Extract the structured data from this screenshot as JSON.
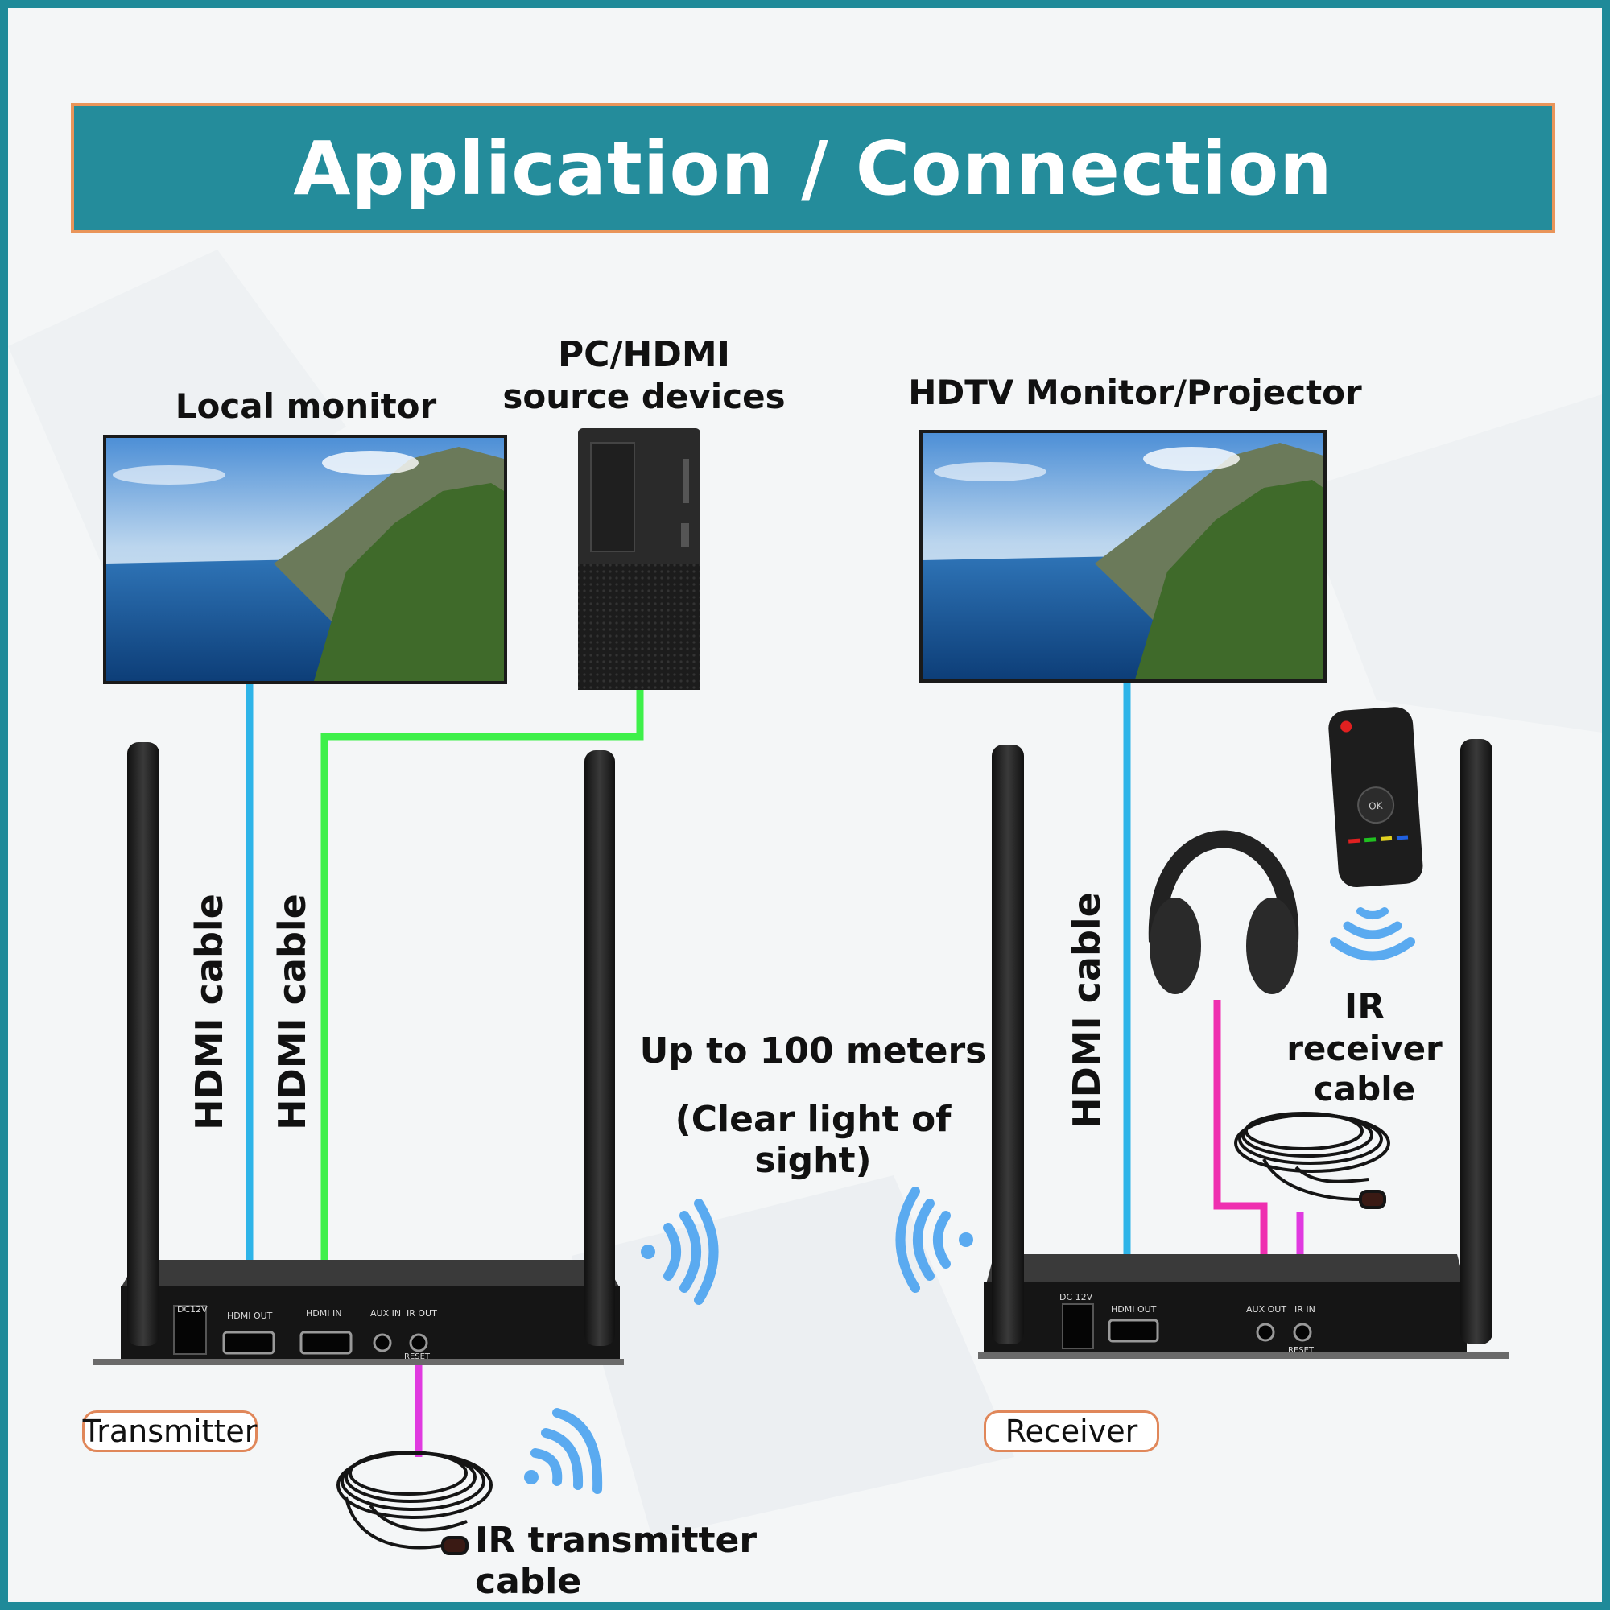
{
  "title": "Application / Connection",
  "labels": {
    "local_monitor": "Local monitor",
    "pc_line1": "PC/HDMI",
    "pc_line2": "source devices",
    "hdtv": "HDTV Monitor/Projector",
    "distance_line1": "Up to 100 meters",
    "distance_line2": "(Clear light of sight)",
    "ir_receiver_line1": "IR",
    "ir_receiver_line2": "receiver",
    "ir_receiver_line3": "cable",
    "ir_transmitter": "IR transmitter cable",
    "hdmi_cable": "HDMI cable",
    "transmitter": "Transmitter",
    "receiver": "Receiver"
  },
  "transmitter_ports": [
    "DC12V",
    "HDMI OUT",
    "HDMI IN",
    "AUX IN",
    "IR OUT",
    "RESET"
  ],
  "receiver_ports": [
    "DC 12V",
    "HDMI OUT",
    "AUX OUT",
    "IR IN",
    "RESET"
  ],
  "remote_button": "OK",
  "colors": {
    "frame": "#1f8a99",
    "banner": "#248c9b",
    "banner_border": "#e9955a",
    "hdmi_out_cable": "#2eb4e8",
    "hdmi_in_cable": "#3ef04a",
    "aux_cable": "#ef2fb0",
    "ir_cable": "#e03ae0",
    "wave": "#5aaaf0"
  },
  "icons": [
    "monitor-icon",
    "pc-tower-icon",
    "antenna-icon",
    "headphones-icon",
    "remote-icon",
    "wifi-wave-icon",
    "ir-cable-icon"
  ]
}
